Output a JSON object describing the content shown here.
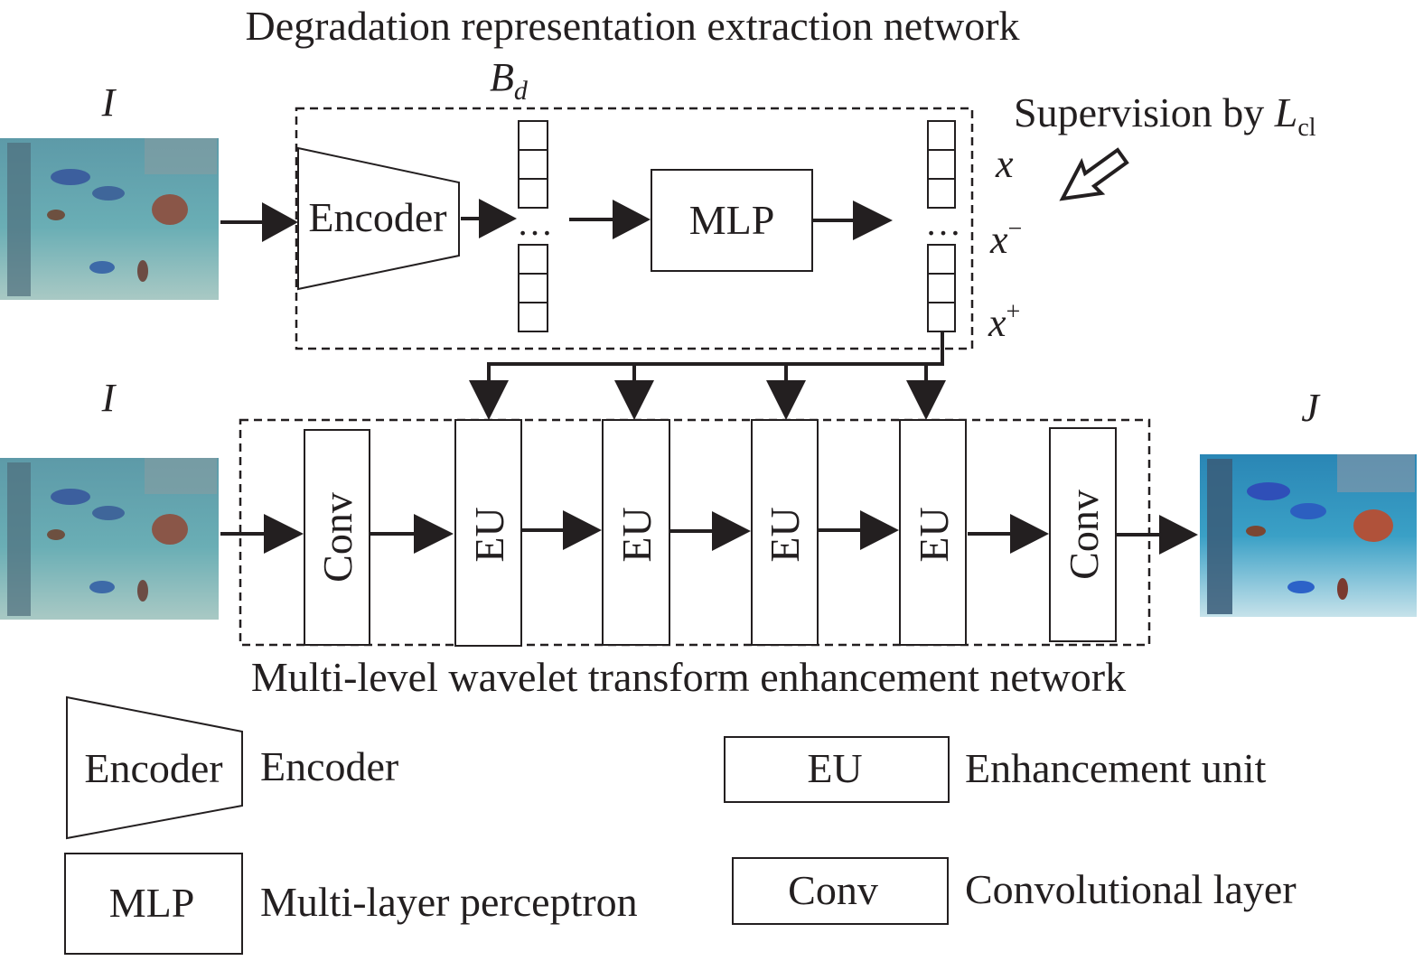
{
  "titles": {
    "top_network": "Degradation representation extraction network",
    "bottom_network": "Multi-level wavelet transform  enhancement network"
  },
  "symbols": {
    "input_top": "I",
    "input_bottom": "I",
    "output": "J",
    "bd_main": "B",
    "bd_sub": "d",
    "x": "x",
    "x_neg_base": "x",
    "x_neg_sup": "−",
    "x_pos_base": "x",
    "x_pos_sup": "+",
    "ellipsis_left": "…",
    "ellipsis_right": "…"
  },
  "supervision": {
    "prefix": "Supervision by ",
    "loss_main": "L",
    "loss_sub": "cl"
  },
  "blocks": {
    "encoder": "Encoder",
    "mlp": "MLP",
    "conv_in": "Conv",
    "eu1": "EU",
    "eu2": "EU",
    "eu3": "EU",
    "eu4": "EU",
    "conv_out": "Conv"
  },
  "legend": {
    "encoder_shape": "Encoder",
    "encoder_desc": "Encoder",
    "mlp_shape": "MLP",
    "mlp_desc": "Multi-layer perceptron",
    "eu_shape": "EU",
    "eu_desc": "Enhancement unit",
    "conv_shape": "Conv",
    "conv_desc": "Convolutional layer"
  },
  "colors": {
    "ink": "#231f20",
    "water_hazy": "#5f9ea3",
    "water_enhanced": "#2f8fb8"
  }
}
